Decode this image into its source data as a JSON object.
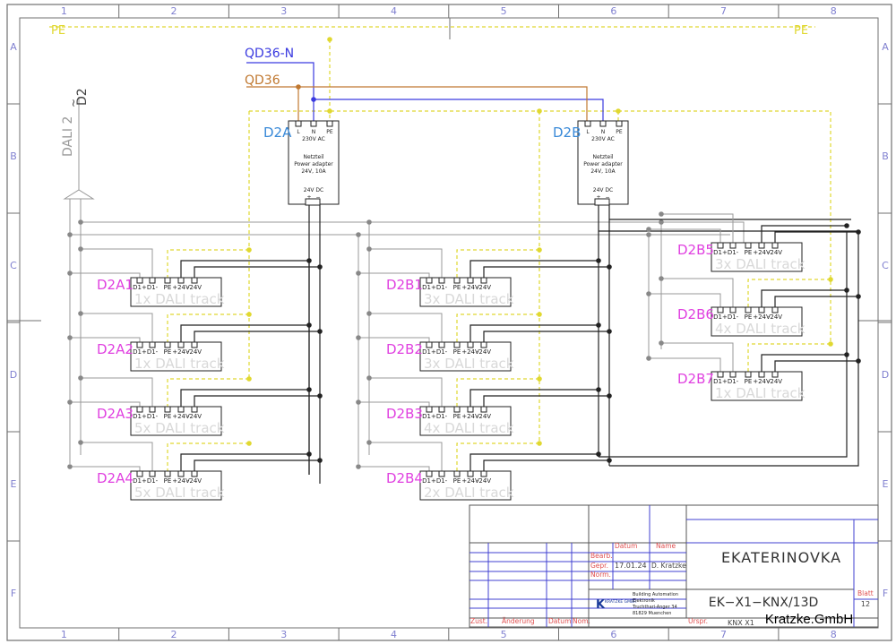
{
  "frame": {
    "columns": [
      "1",
      "2",
      "3",
      "4",
      "5",
      "6",
      "7",
      "8"
    ],
    "rows": [
      "A",
      "B",
      "C",
      "D",
      "E",
      "F"
    ]
  },
  "buses": {
    "pe": "PE",
    "neutral": "QD36-N",
    "phase": "QD36",
    "dali_label": "DALI 2",
    "dali_id": "D2"
  },
  "colors": {
    "pe": "#e0d830",
    "neutral": "#3a3ae0",
    "phase": "#c07830",
    "dali": "#999999",
    "supply": "#222222",
    "module_label": "#e040e0",
    "adapter_label": "#3a8ad8"
  },
  "adapters": [
    {
      "id": "D2A",
      "terminals_in": [
        "L",
        "N",
        "PE"
      ],
      "voltage_in": "230V AC",
      "line1": "Netzteil",
      "line2": "Power adapter",
      "line3": "24V, 10A",
      "voltage_out": "24V DC",
      "out_terminals": [
        "+",
        "−"
      ]
    },
    {
      "id": "D2B",
      "terminals_in": [
        "L",
        "N",
        "PE"
      ],
      "voltage_in": "230V AC",
      "line1": "Netzteil",
      "line2": "Power adapter",
      "line3": "24V, 10A",
      "voltage_out": "24V DC",
      "out_terminals": [
        "+",
        "−"
      ]
    }
  ],
  "module_terminals": [
    "D1+",
    "D1-",
    "PE",
    "+24V",
    "-24V"
  ],
  "modules": [
    {
      "id": "D2A1",
      "track": "1x DALI track"
    },
    {
      "id": "D2A2",
      "track": "1x DALI track"
    },
    {
      "id": "D2A3",
      "track": "5x DALI track"
    },
    {
      "id": "D2A4",
      "track": "5x DALI track"
    },
    {
      "id": "D2B1",
      "track": "3x DALI track"
    },
    {
      "id": "D2B2",
      "track": "3x DALI track"
    },
    {
      "id": "D2B3",
      "track": "4x DALI track"
    },
    {
      "id": "D2B4",
      "track": "2x DALI track"
    },
    {
      "id": "D2B5",
      "track": "3x DALI track"
    },
    {
      "id": "D2B6",
      "track": "4x DALI track"
    },
    {
      "id": "D2B7",
      "track": "1x DALI track"
    }
  ],
  "title_block": {
    "datum_h": "Datum",
    "name_h": "Name",
    "bearb": "Bearb.",
    "gepr": "Gepr.",
    "norm": "Norm.",
    "date": "17.01.24",
    "checked_by": "D. Kratzke",
    "project": "EKATERINOVKA",
    "drawing_no": "EK−X1−KNX/13D",
    "blatt": "Blatt",
    "sheet": "12",
    "zust": "Zust.",
    "aenderung": "Änderung",
    "datum": "Datum",
    "nom": "Nom.",
    "urspr": "Urspr.",
    "origin": "KNX  X1",
    "logo": "KRATZKE GMBH",
    "company_lines": [
      "Building Automation",
      "Elektronik",
      "Truchthari-Anger 34",
      "81829 Muenchen"
    ],
    "watermark": "Kratzke.GmbH"
  }
}
